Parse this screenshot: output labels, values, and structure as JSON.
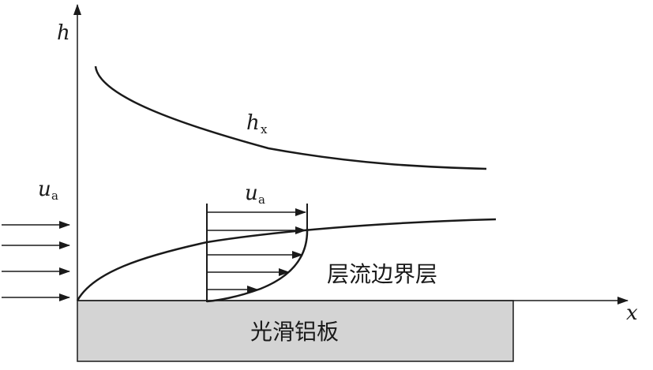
{
  "labels": {
    "h_axis": "h",
    "x_axis": "x",
    "hx_main": "h",
    "hx_sub": "x",
    "ua_left_main": "u",
    "ua_left_sub": "a",
    "ua_profile_main": "u",
    "ua_profile_sub": "a",
    "boundary_layer": "层流边界层",
    "plate": "光滑铝板"
  },
  "colors": {
    "stroke": "#1a1a1a",
    "plate_fill": "#d4d4d4"
  }
}
